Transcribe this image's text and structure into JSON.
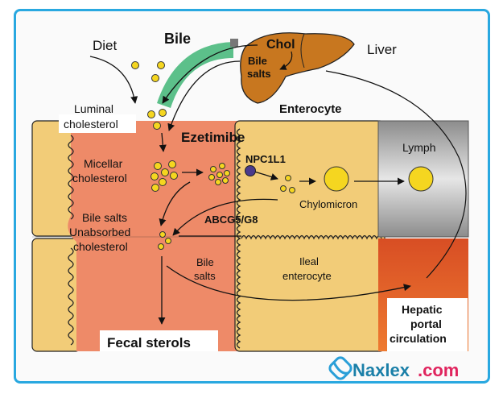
{
  "labels": {
    "diet": "Diet",
    "bile": "Bile",
    "chol": "Chol",
    "bile_salts_liver": [
      "Bile",
      "salts"
    ],
    "liver": "Liver",
    "luminal_cholesterol": [
      "Luminal",
      "cholesterol"
    ],
    "enterocyte": "Enterocyte",
    "ezetimibe": "Ezetimibe",
    "micellar_cholesterol": [
      "Micellar",
      "cholesterol"
    ],
    "npc1l1": "NPC1L1",
    "chylomicron": "Chylomicron",
    "lymph": "Lymph",
    "abcg5_g8": "ABCG5/G8",
    "bile_salts_unabsorbed": [
      "Bile salts",
      "Unabsorbed",
      "cholesterol"
    ],
    "bile_salts_lumen": [
      "Bile",
      "salts"
    ],
    "ileal_enterocyte": [
      "Ileal",
      "enterocyte"
    ],
    "fecal_sterols": "Fecal sterols",
    "hepatic_portal": [
      "Hepatic",
      "portal",
      "circulation"
    ]
  },
  "watermark": {
    "brand": "Naxlex",
    "tld": ".com"
  },
  "colors": {
    "frame_border": "#29a8e0",
    "lumen": "#ee8a68",
    "enterocyte": "#f2cc78",
    "liver": "#c8771f",
    "bile_duct": "#5cc08a",
    "lymph": "#a8a8a8",
    "portal": "#e05a28",
    "cholesterol_dot": "#f5d620",
    "npc1l1": "#4a3a8c",
    "brand_blue": "#1a7fa8",
    "brand_orange": "#f5a623",
    "brand_red": "#e0245e"
  }
}
